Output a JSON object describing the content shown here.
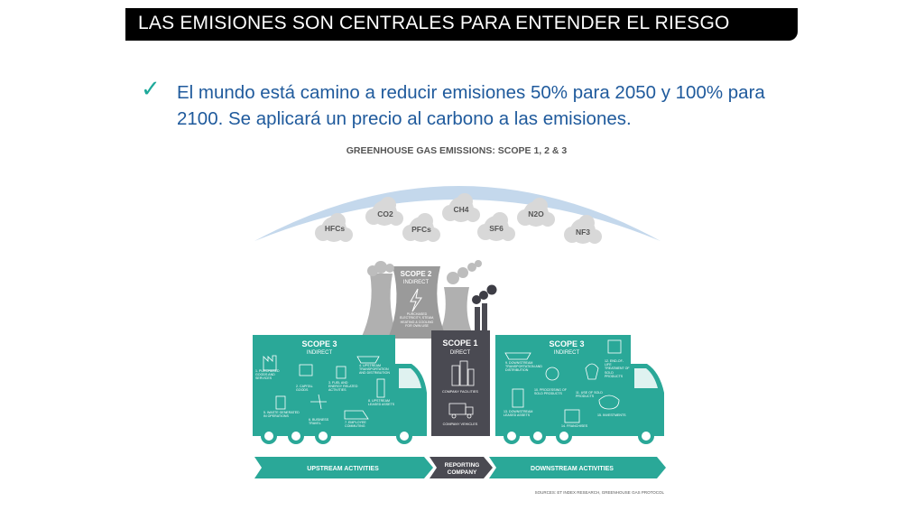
{
  "slide": {
    "title": "LAS EMISIONES SON CENTRALES PARA ENTENDER EL RIESGO",
    "check_symbol": "✓",
    "bullet": "El mundo está camino a reducir emisiones 50% para 2050 y 100% para 2100. Se aplicará un precio al carbono a las emisiones."
  },
  "infographic": {
    "title": "GREENHOUSE GAS EMISSIONS: SCOPE 1, 2 & 3",
    "gases": [
      "HFCs",
      "CO2",
      "PFCs",
      "CH4",
      "SF6",
      "N2O",
      "NF3"
    ],
    "scope2": {
      "label": "SCOPE 2",
      "sub": "INDIRECT",
      "desc": "PURCHASED ELECTRICITY, STEAM, HEATING & COOLING FOR OWN USE"
    },
    "scope1": {
      "label": "SCOPE 1",
      "sub": "DIRECT",
      "items": [
        "COMPANY FACILITIES",
        "COMPANY VEHICLES"
      ]
    },
    "scope3_up": {
      "label": "SCOPE 3",
      "sub": "INDIRECT",
      "items": [
        "1. PURCHASED GOODS AND SERVICES",
        "2. CAPITAL GOODS",
        "3. FUEL AND ENERGY RELATED ACTIVITIES",
        "4. UPSTREAM TRANSPORTATION AND DISTRIBUTION",
        "5. WASTE GENERATED IN OPERATIONS",
        "6. BUSINESS TRAVEL",
        "7. EMPLOYEE COMMUTING",
        "8. UPSTREAM LEASED ASSETS"
      ]
    },
    "scope3_down": {
      "label": "SCOPE 3",
      "sub": "INDIRECT",
      "items": [
        "9. DOWNSTREAM TRANSPORTATION AND DISTRIBUTION",
        "10. PROCESSING OF SOLD PRODUCTS",
        "11. USE OF SOLD PRODUCTS",
        "12. END-OF-LIFE TREATMENT OF SOLD PRODUCTS",
        "13. DOWNSTREAM LEASED ASSETS",
        "14. FRANCHISES",
        "15. INVESTMENTS"
      ]
    },
    "arrows": {
      "upstream": "UPSTREAM ACTIVITIES",
      "reporting_1": "REPORTING",
      "reporting_2": "COMPANY",
      "downstream": "DOWNSTREAM ACTIVITIES"
    },
    "source": "SOURCES: ET INDEX RESEARCH, GREENHOUSE GAS PROTOCOL",
    "colors": {
      "teal": "#2aa898",
      "dark": "#4a4a52",
      "gray": "#9e9e9e",
      "arc": "#b7cfe6"
    }
  }
}
